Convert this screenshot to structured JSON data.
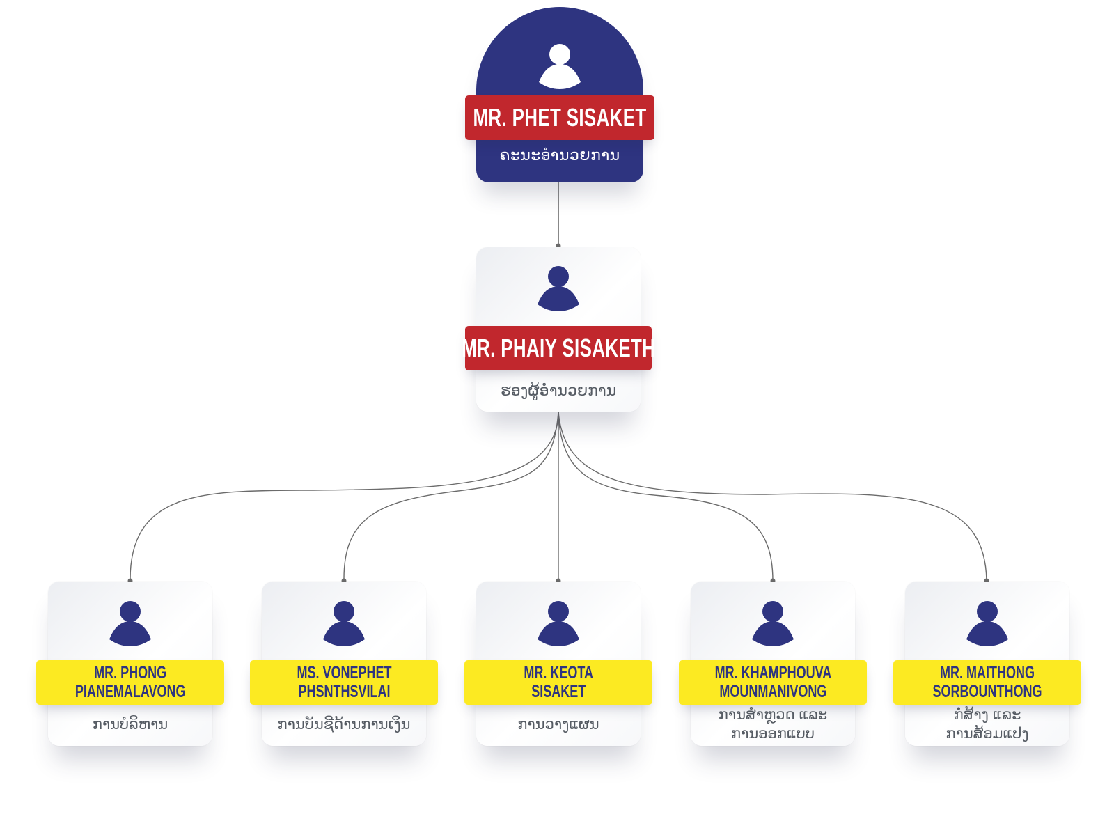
{
  "colors": {
    "navy": "#2e3480",
    "red": "#c1272d",
    "yellow": "#fcea22",
    "connector": "#6b6b6b",
    "role_text": "#555b63"
  },
  "org_chart": {
    "director": {
      "name": "MR. PHET SISAKET",
      "role": "ຄະນະອຳນວຍການ",
      "icon": "person-icon"
    },
    "deputy": {
      "name": "MR. PHAIY SISAKETH",
      "role": "ຮອງຜູ້ອຳນວຍການ",
      "icon": "person-icon"
    },
    "departments": [
      {
        "name_line1": "MR. PHONG",
        "name_line2": "PIANEMALAVONG",
        "role_line1": "ການບໍລິຫານ",
        "role_line2": "",
        "icon": "person-icon"
      },
      {
        "name_line1": "MS. VONEPHET",
        "name_line2": "PHSNTHSVILAI",
        "role_line1": "ການບັນຊີດ້ານການເງິນ",
        "role_line2": "",
        "icon": "person-icon"
      },
      {
        "name_line1": "MR. KEOTA",
        "name_line2": "SISAKET",
        "role_line1": "ການວາງແຜນ",
        "role_line2": "",
        "icon": "person-icon"
      },
      {
        "name_line1": "MR. KHAMPHOUVA",
        "name_line2": "MOUNMANIVONG",
        "role_line1": "ການສຳຫຼວດ ແລະ",
        "role_line2": "ການອອກແບບ",
        "icon": "person-icon"
      },
      {
        "name_line1": "MR. MAITHONG",
        "name_line2": "SORBOUNTHONG",
        "role_line1": "ກໍ່ສ້າງ ແລະ",
        "role_line2": "ການສ້ອມແປງ",
        "icon": "person-icon"
      }
    ]
  }
}
